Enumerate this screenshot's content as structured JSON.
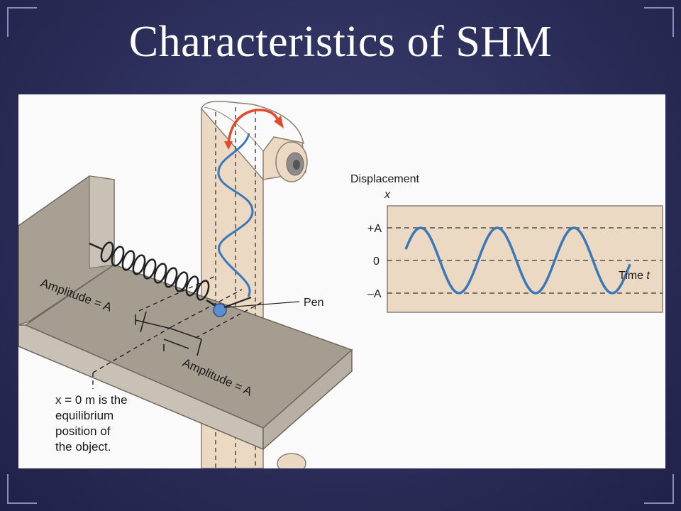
{
  "title": "Characteristics of SHM",
  "diagram": {
    "graph": {
      "y_title": "Displacement",
      "y_symbol": "x",
      "tick_plus": "+A",
      "tick_zero": "0",
      "tick_minus": "–A",
      "x_label_word": "Time",
      "x_label_symbol": "t"
    },
    "apparatus": {
      "pen_label": "Pen",
      "amplitude_left": "Amplitude = A",
      "amplitude_right": "Amplitude = A",
      "equilibrium_note": [
        "x = 0 m is the",
        "equilibrium",
        "position  of",
        "the object."
      ]
    }
  },
  "colors": {
    "background": "#2c2e5a",
    "paper": "#ecd9c4",
    "wave": "#3a78b8",
    "arrow": "#e04b2c",
    "platform_top": "#a69d91",
    "platform_side": "#c9c1b6"
  }
}
